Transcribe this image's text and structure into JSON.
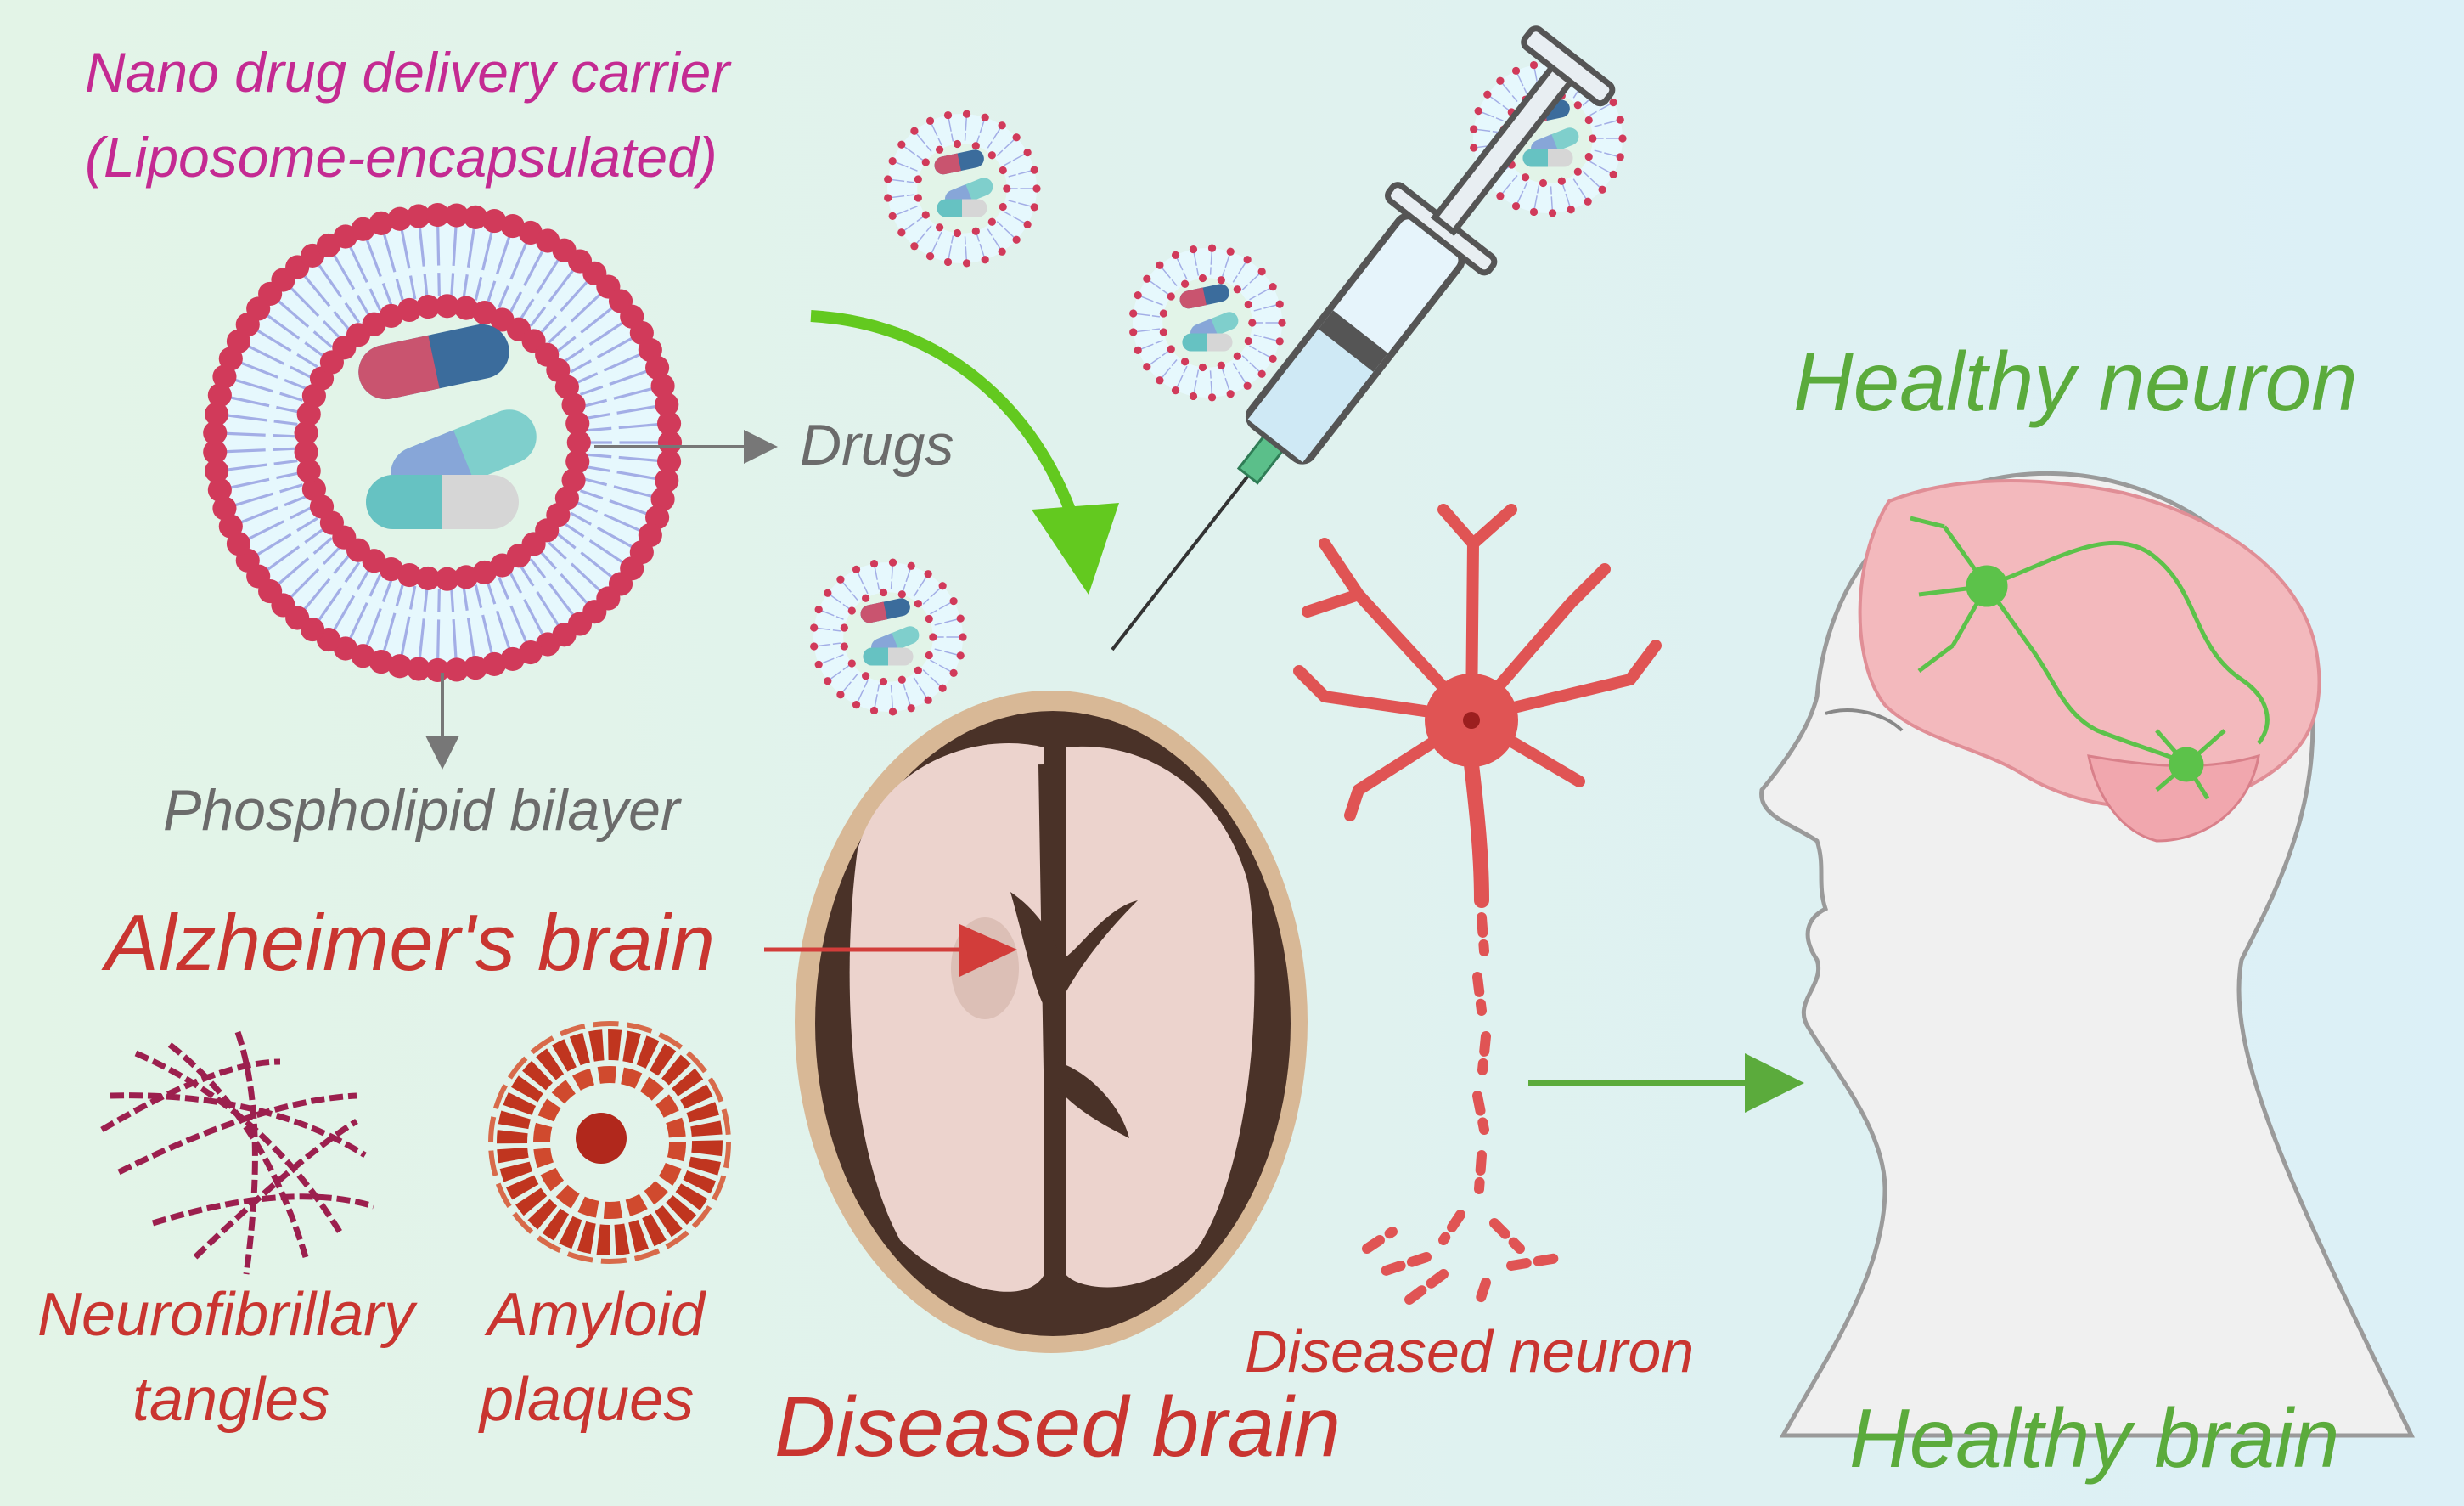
{
  "labels": {
    "carrier_line1": "Nano drug delivery carrier",
    "carrier_line2": "(Liposome-encapsulated)",
    "drugs": "Drugs",
    "bilayer": "Phospholipid bilayer",
    "alzheimers_brain": "Alzheimer's brain",
    "tangles_line1": "Neurofibrillary",
    "tangles_line2": "tangles",
    "plaques_line1": "Amyloid",
    "plaques_line2": "plaques",
    "diseased_brain": "Diseased brain",
    "diseased_neuron": "Diseased neuron",
    "healthy_neuron": "Healthy neuron",
    "healthy_brain": "Healthy brain"
  },
  "colors": {
    "lipid_head": "#d13a5a",
    "lipid_tail": "#a3aee6",
    "carrier_text": "#c42a92",
    "disease_red": "#c93530",
    "healthy_green": "#5bab3c",
    "arrow_green": "#63c91f"
  }
}
